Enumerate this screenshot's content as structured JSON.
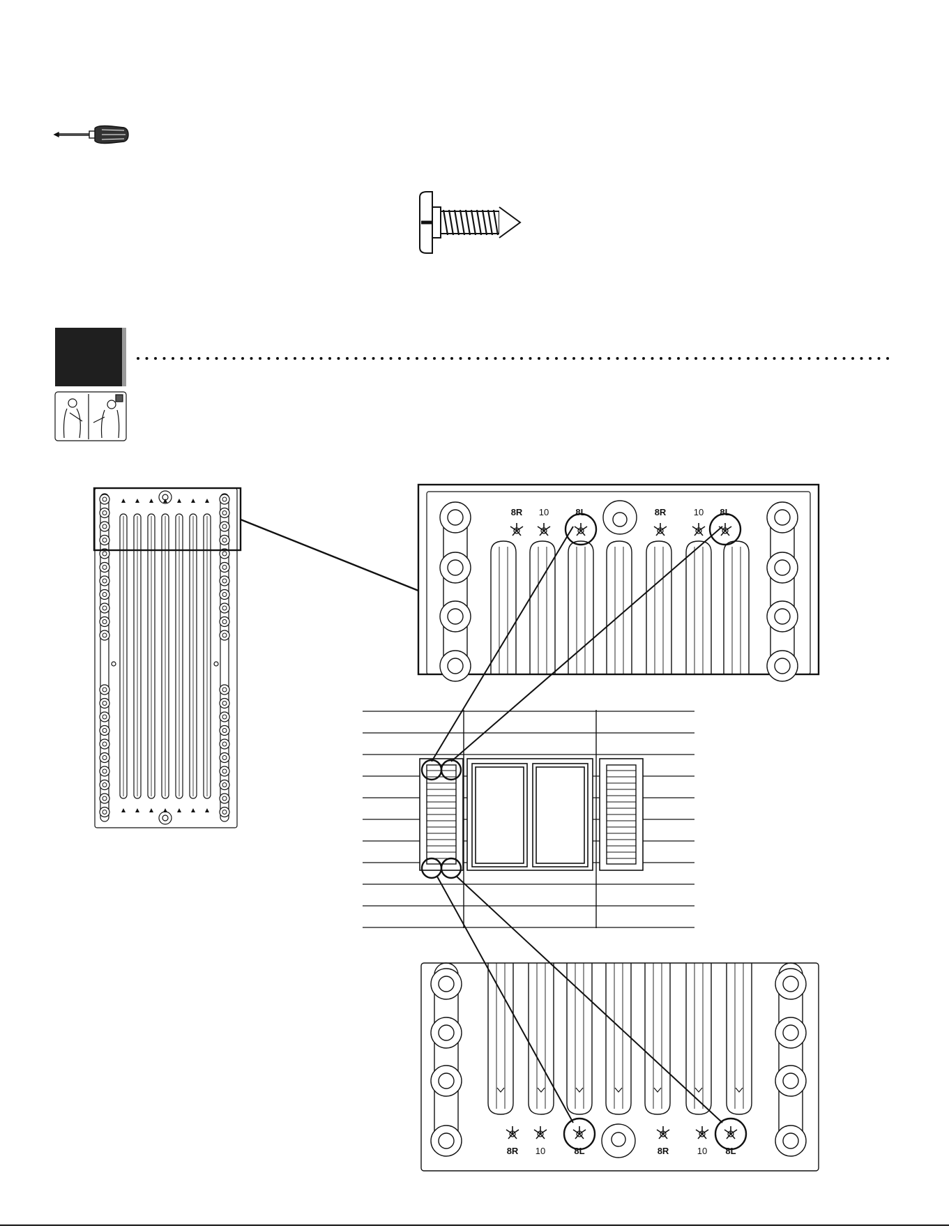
{
  "colors": {
    "ink": "#111111",
    "step_block": "#1f1f1f",
    "step_block_shadow": "#9a9a9a",
    "paper": "#ffffff"
  },
  "icons": {
    "tool": "screwdriver-icon",
    "hardware": "pan-head-screw-icon",
    "assembly": "two-person-assembly-icon"
  },
  "detail_top": {
    "labels": [
      "8R",
      "10",
      "8L",
      "8R",
      "10",
      "8L"
    ],
    "circled": [
      "8L",
      "8L"
    ]
  },
  "detail_bottom": {
    "labels": [
      "8R",
      "10",
      "8L",
      "8R",
      "10",
      "8L"
    ],
    "circled": [
      "8L",
      "8L"
    ]
  }
}
